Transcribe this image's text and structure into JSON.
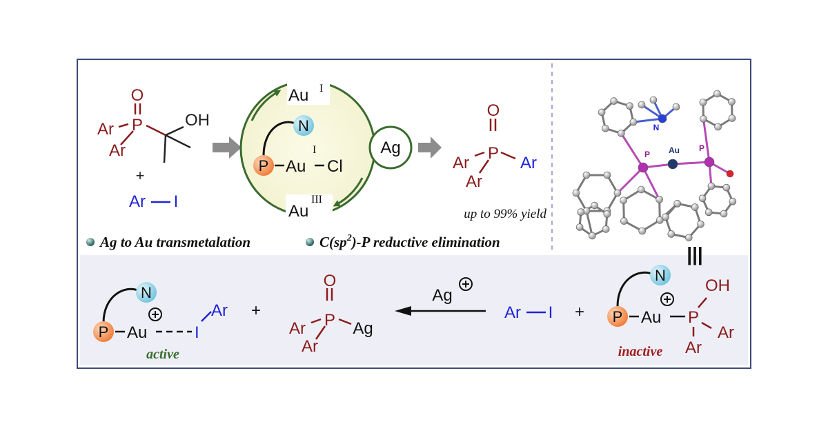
{
  "colors": {
    "red": "#8a1c1c",
    "blue": "#1f24d6",
    "green": "#3a6b2e",
    "frame": "#3b4a78",
    "phos": "#f08a4b",
    "nitro": "#8fd0e6",
    "bottom_bg": "#eeeff6"
  },
  "substrate": {
    "o": "O",
    "p": "P",
    "ar1": "Ar",
    "ar2": "Ar",
    "oh": "OH",
    "plus": "+",
    "ar_i_ar": "Ar",
    "ar_i_i": "I"
  },
  "cycle": {
    "au_top": "Au",
    "au_top_ox": "I",
    "au_bottom": "Au",
    "au_bottom_ox": "III",
    "p_label": "P",
    "n_label": "N",
    "au_center": "Au",
    "au_center_ox": "I",
    "cl": "Cl",
    "ag": "Ag"
  },
  "product": {
    "o": "O",
    "p": "P",
    "ar_left": "Ar",
    "ar_right": "Ar",
    "ar_bottom": "Ar",
    "yield": "up to 99% yield"
  },
  "highlights": {
    "item1": "Ag to Au transmetalation",
    "item2_pre": "C(sp",
    "item2_sup": "2",
    "item2_post": ")-P reductive elimination"
  },
  "crystal": {
    "n": "N",
    "p1": "P",
    "au": "Au",
    "p2": "P"
  },
  "equiv": "|||",
  "bottom": {
    "active": {
      "p": "P",
      "n": "N",
      "au": "Au",
      "i": "I",
      "ar": "Ar",
      "label": "active"
    },
    "plus1": "+",
    "agp": {
      "o": "O",
      "p": "P",
      "ar1": "Ar",
      "ar2": "Ar",
      "ag": "Ag"
    },
    "arrow_reagent": "Ag",
    "ari": {
      "ar": "Ar",
      "i": "I"
    },
    "plus2": "+",
    "inactive": {
      "p": "P",
      "n": "N",
      "au": "Au",
      "p2": "P",
      "oh": "OH",
      "ar1": "Ar",
      "ar2": "Ar",
      "label": "inactive"
    }
  }
}
